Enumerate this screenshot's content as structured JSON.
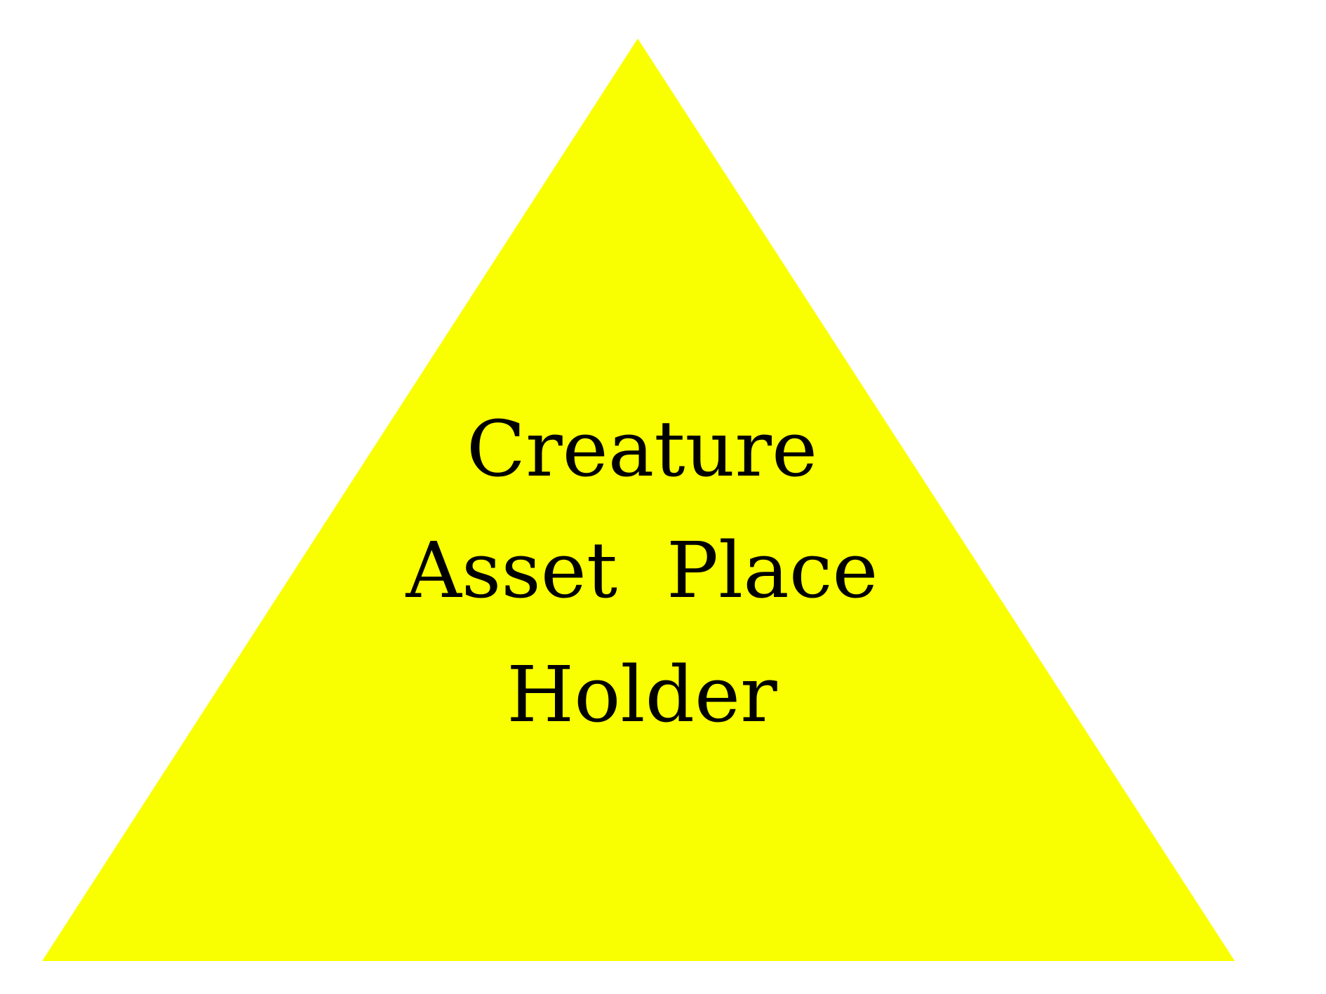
{
  "placeholder": {
    "shape": "triangle",
    "fill_color": "#f9ff00",
    "text_color": "#000000",
    "label_lines": [
      "Creature",
      "Asset  Place",
      "Holder"
    ]
  }
}
